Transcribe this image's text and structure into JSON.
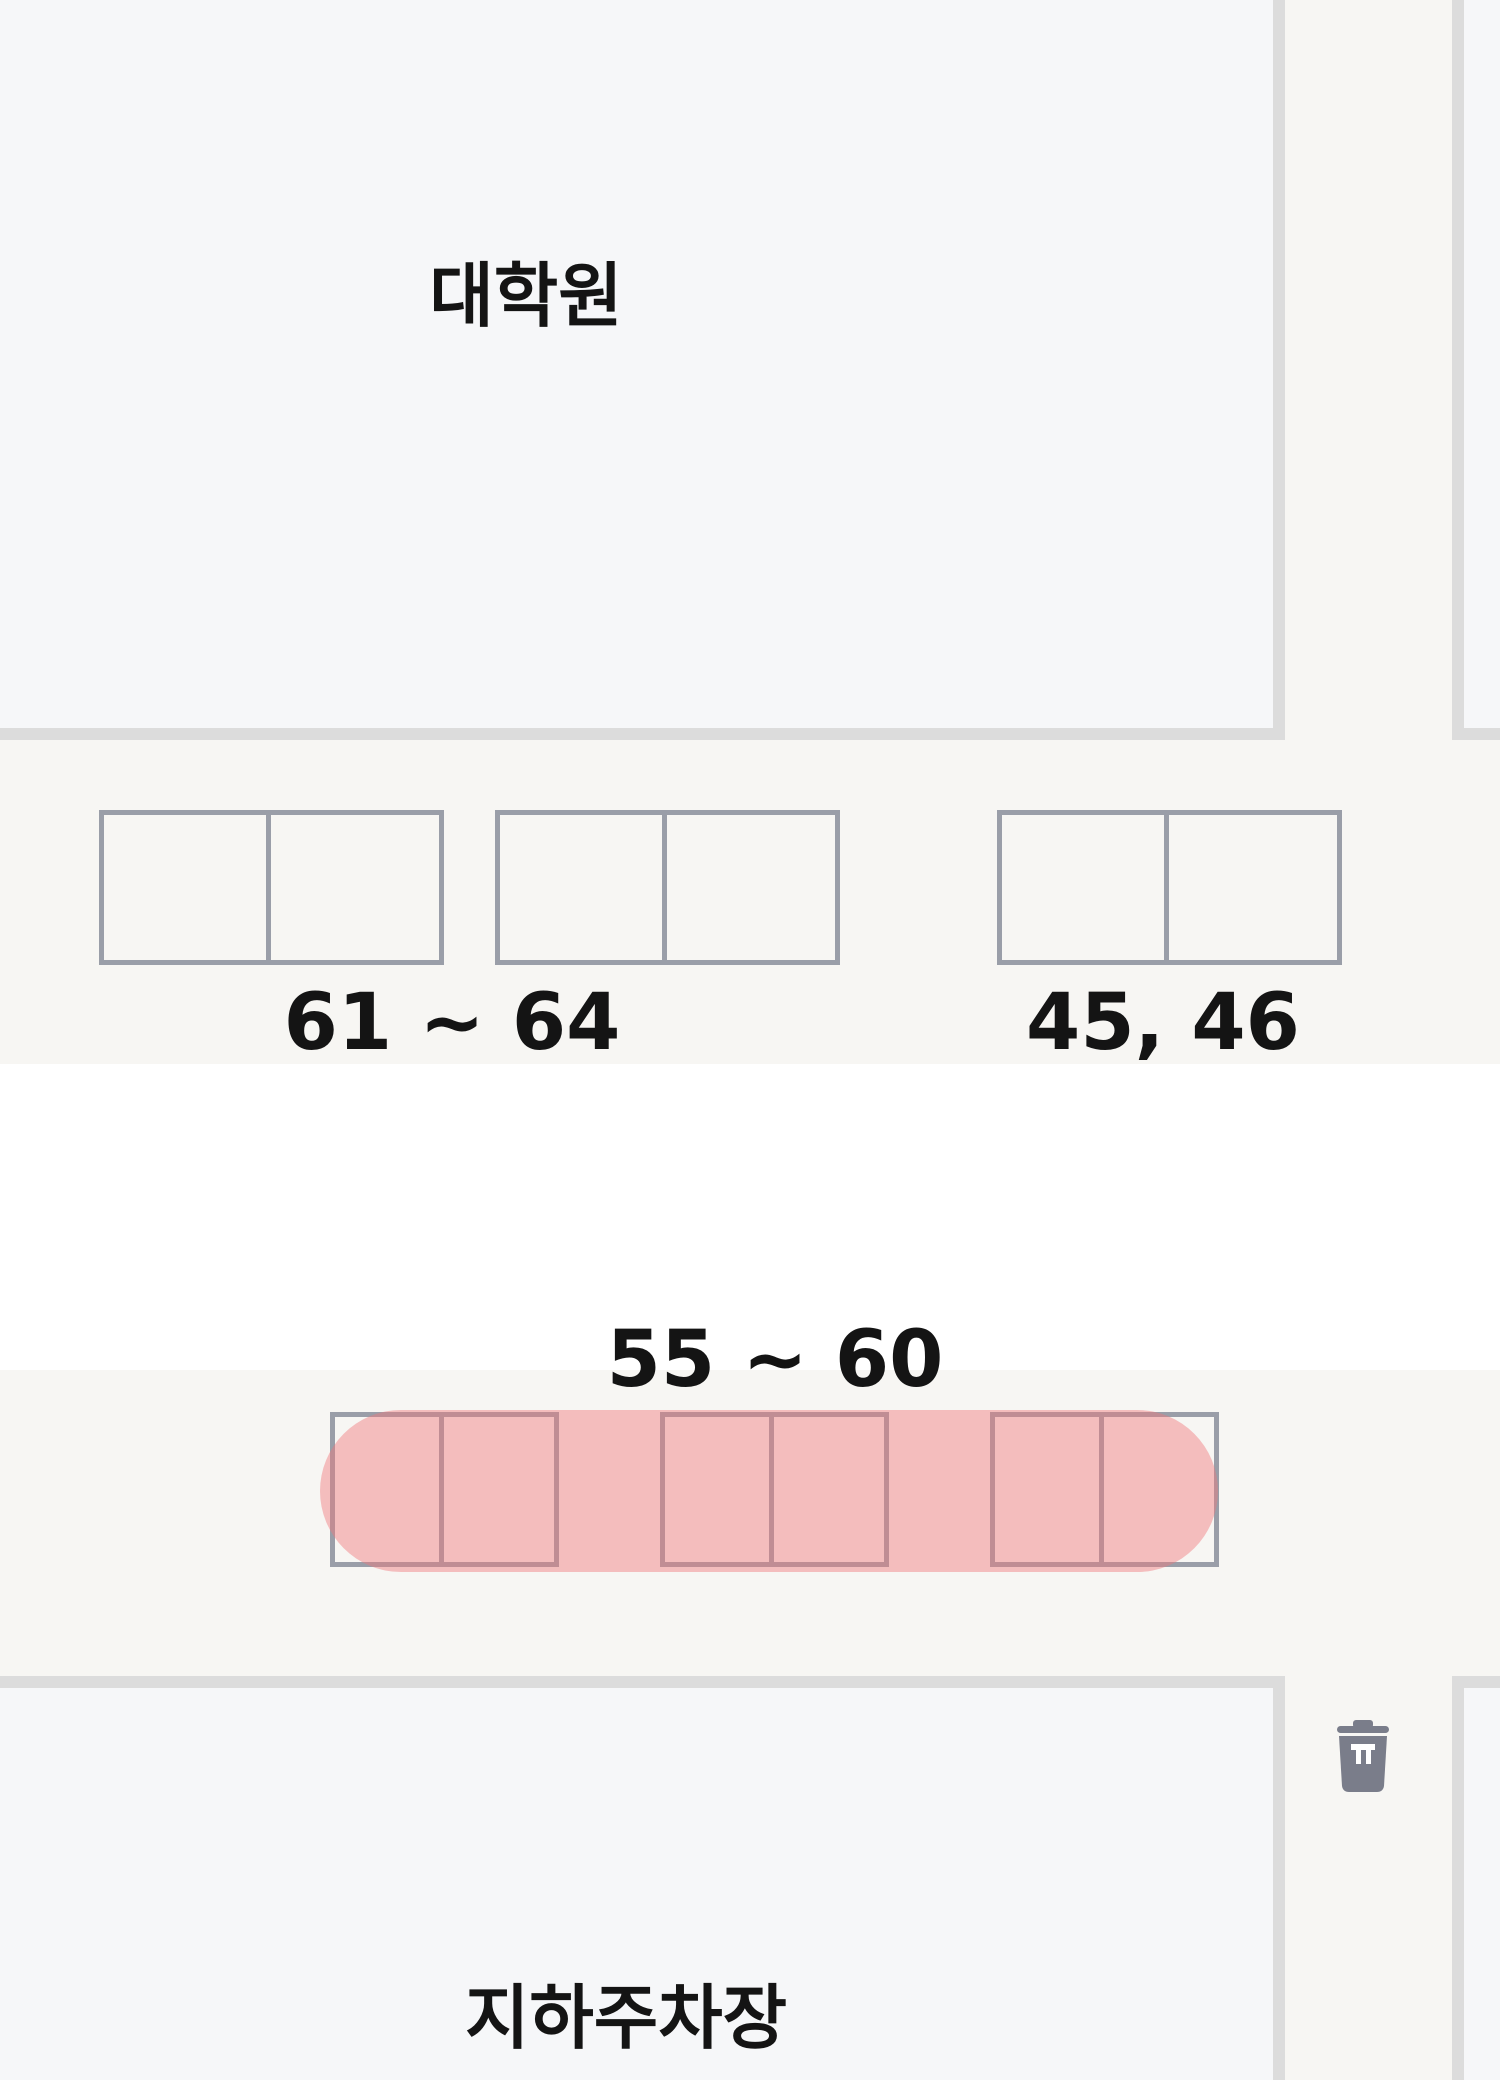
{
  "map": {
    "buildings": {
      "graduate_school": {
        "label": "대학원"
      },
      "underground_parking": {
        "label": "지하주차장"
      }
    },
    "parking_groups": [
      {
        "id": "61-64",
        "label": "61 ~ 64",
        "highlighted": false
      },
      {
        "id": "45-46",
        "label": "45, 46",
        "highlighted": false
      },
      {
        "id": "55-60",
        "label": "55 ~ 60",
        "highlighted": true
      }
    ],
    "icons": {
      "trash": "trash-can-icon"
    },
    "colors": {
      "road": "#f7f6f3",
      "building_fill": "#f6f7f9",
      "building_border": "#dcdcdc",
      "spot_border": "#9a9ea8",
      "highlight": "#f0787c",
      "label": "#141414"
    }
  }
}
